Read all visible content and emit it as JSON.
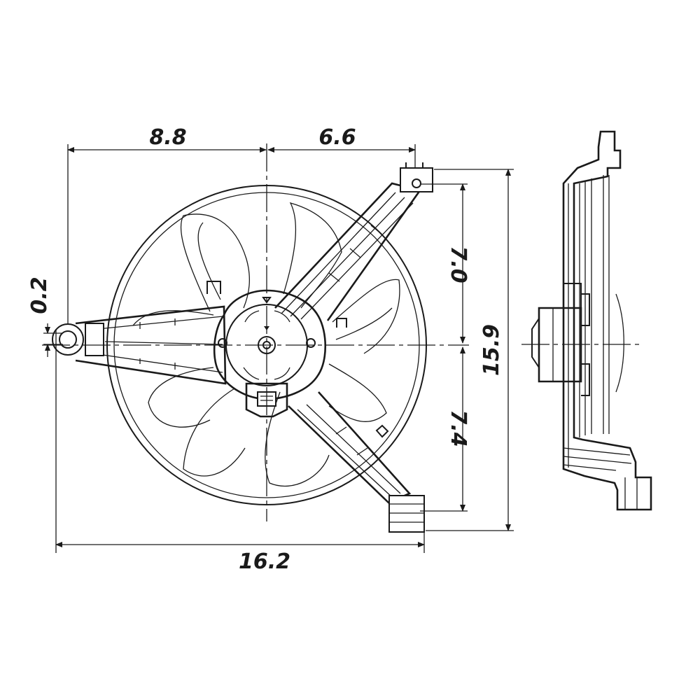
{
  "dimensions": {
    "top_left_width": "8.8",
    "top_right_width": "6.6",
    "overall_width": "16.2",
    "upper_height": "7.0",
    "lower_height": "7.4",
    "overall_height": "15.9",
    "offset": "0.2"
  },
  "colors": {
    "line": "#1a1a1a",
    "background": "#ffffff"
  }
}
